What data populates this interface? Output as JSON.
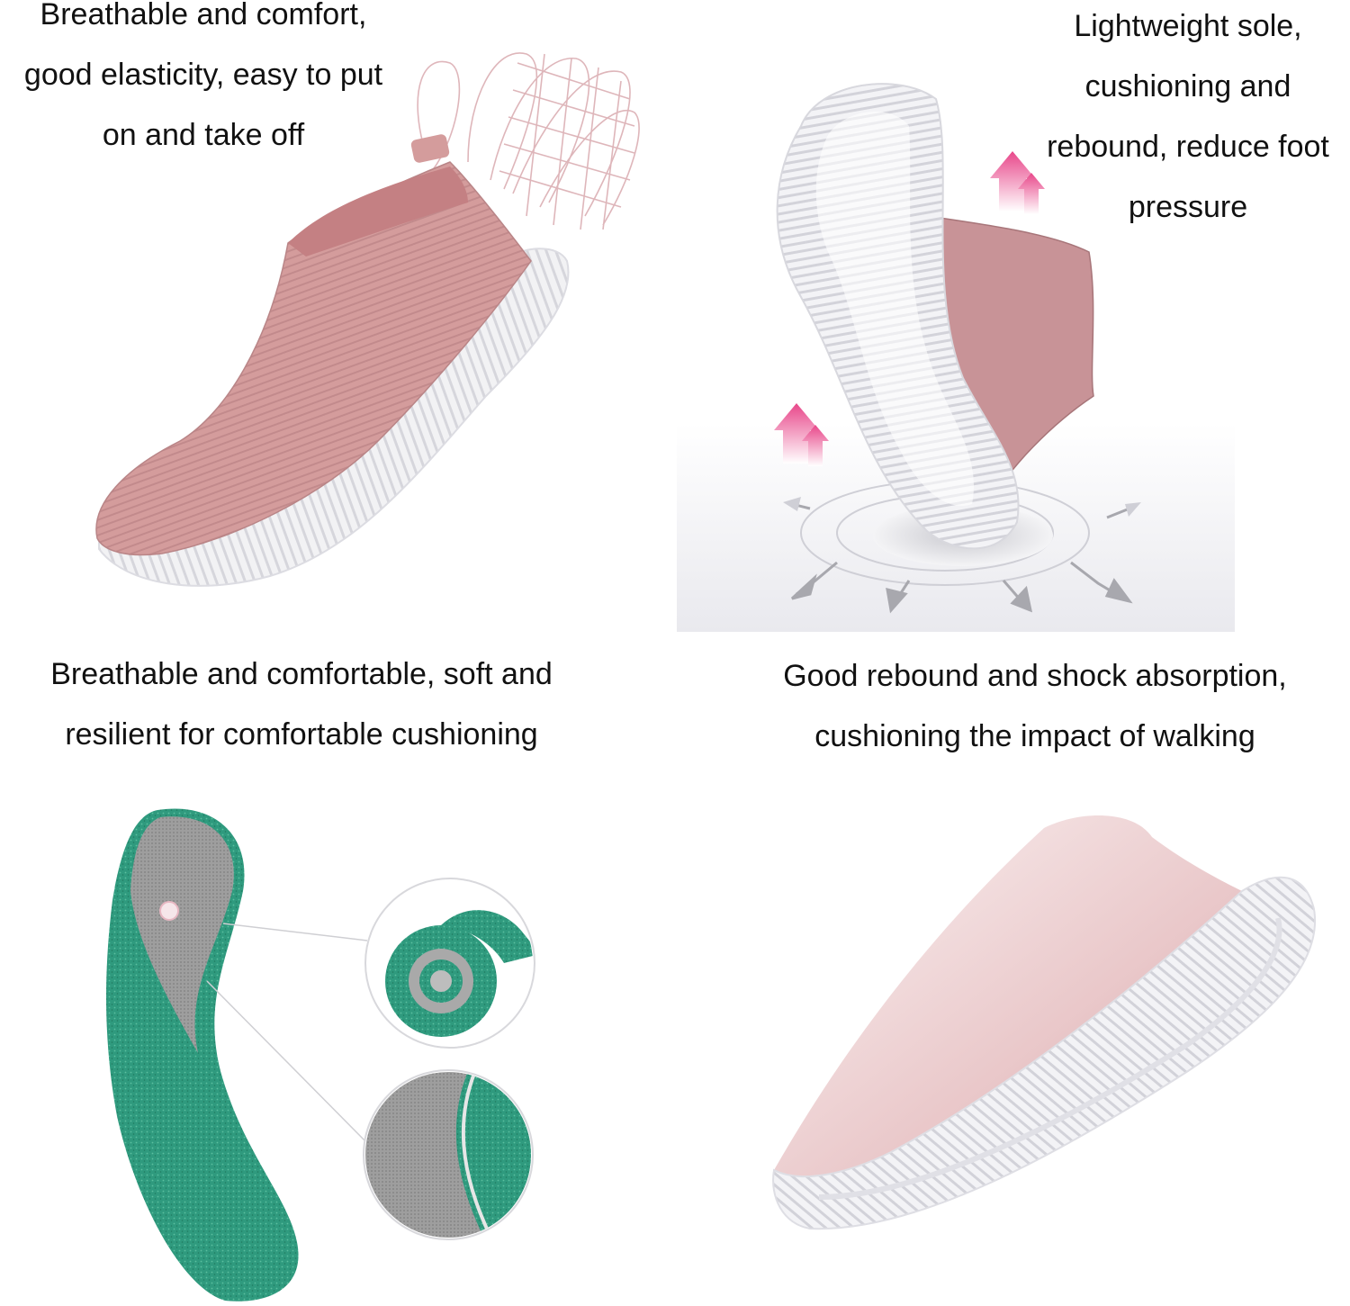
{
  "captions": {
    "top_left": [
      "Breathable and comfort,",
      "good elasticity, easy to put",
      "on and take off"
    ],
    "top_right": [
      "Lightweight sole,",
      "cushioning and",
      "rebound, reduce foot",
      "pressure"
    ],
    "middle_left": [
      "Breathable and comfortable, soft and",
      "resilient for comfortable cushioning"
    ],
    "middle_right": [
      "Good rebound and shock absorption,",
      "cushioning the impact of walking"
    ]
  },
  "colors": {
    "knit_pink": "#d49c9c",
    "knit_pink_dark": "#b97d7f",
    "sole_white": "#f1f1f3",
    "insole_green": "#2f9a7e",
    "insole_grey": "#9a9a9a",
    "arrow_pink": "#e8478a",
    "arrow_grey": "#a8a8ae"
  },
  "icons": [
    "stretch-lines-icon",
    "up-arrow-icon",
    "impact-arrows-icon"
  ]
}
